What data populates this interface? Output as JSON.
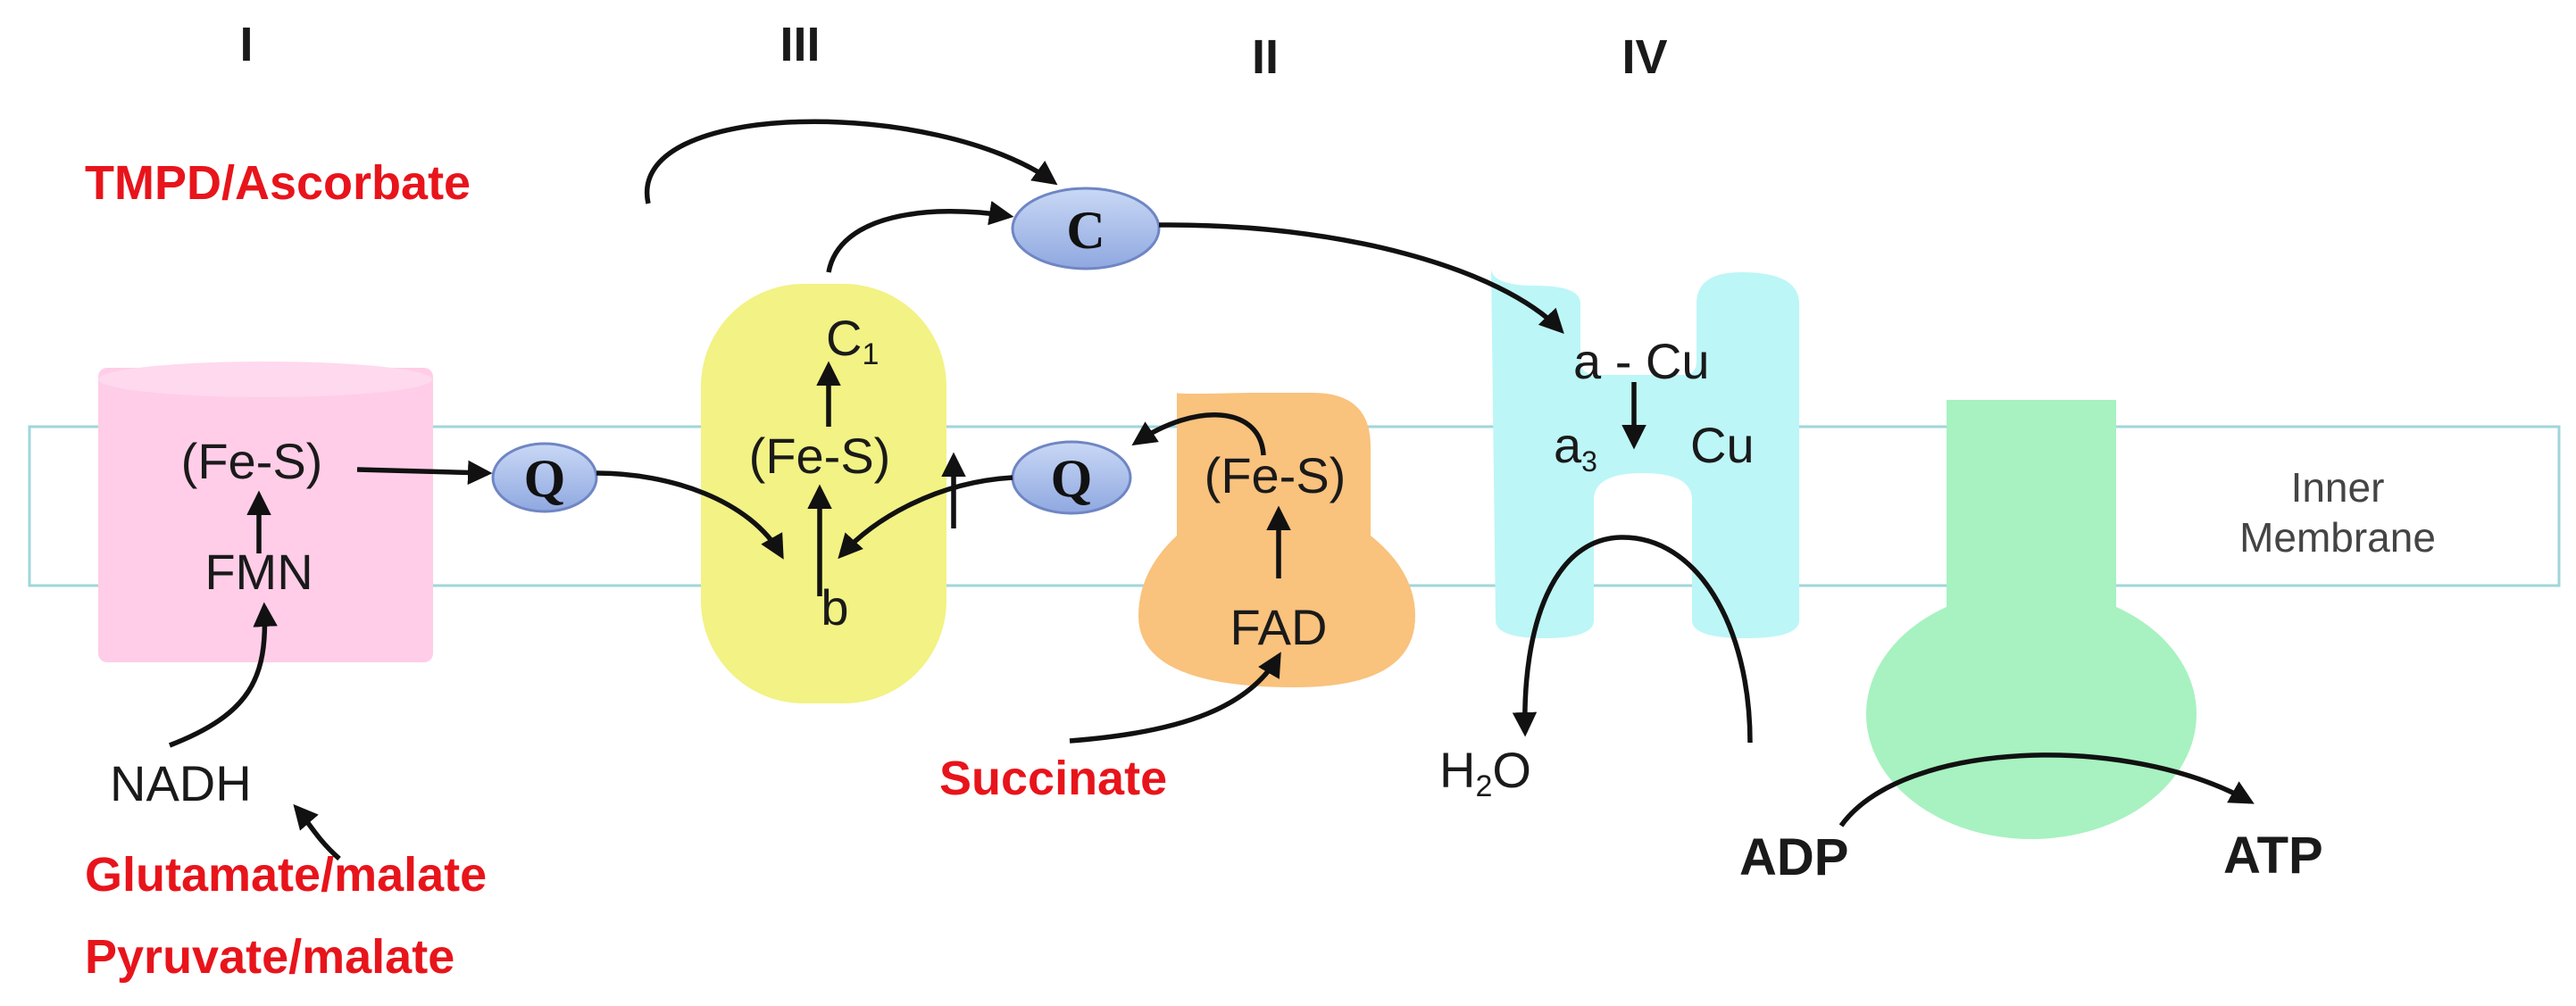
{
  "complexes": {
    "I": "I",
    "III": "III",
    "II": "II",
    "IV": "IV"
  },
  "complex_I": {
    "fes": "(Fe-S)",
    "fmn": "FMN"
  },
  "complex_III": {
    "c1": "C",
    "c1_sub": "1",
    "fes": "(Fe-S)",
    "b": "b"
  },
  "complex_II": {
    "fes": "(Fe-S)",
    "fad": "FAD"
  },
  "complex_IV": {
    "a_cu": "a - Cu",
    "a3": "a",
    "a3_sub": "3",
    "cu": "Cu"
  },
  "carriers": {
    "q_left": "Q",
    "q_right": "Q",
    "cyt_c": "C"
  },
  "substrates": {
    "tmpd": "TMPD/Ascorbate",
    "nadh": "NADH",
    "glutamate": "Glutamate/malate",
    "pyruvate": "Pyruvate/malate",
    "succinate": "Succinate",
    "h2o_h": "H",
    "h2o_sub": "2",
    "h2o_o": "O",
    "adp": "ADP",
    "atp": "ATP"
  },
  "membrane": {
    "line1": "Inner",
    "line2": "Membrane"
  },
  "colors": {
    "complex_I": "#ffcde8",
    "complex_III": "#f2f285",
    "complex_II": "#f9c27d",
    "complex_IV": "#bdf6f7",
    "atp_synthase": "#a7f2c0",
    "carrier": "#a9bfec",
    "membrane_border": "#9fd6da",
    "substrate_text": "#e8141b"
  }
}
